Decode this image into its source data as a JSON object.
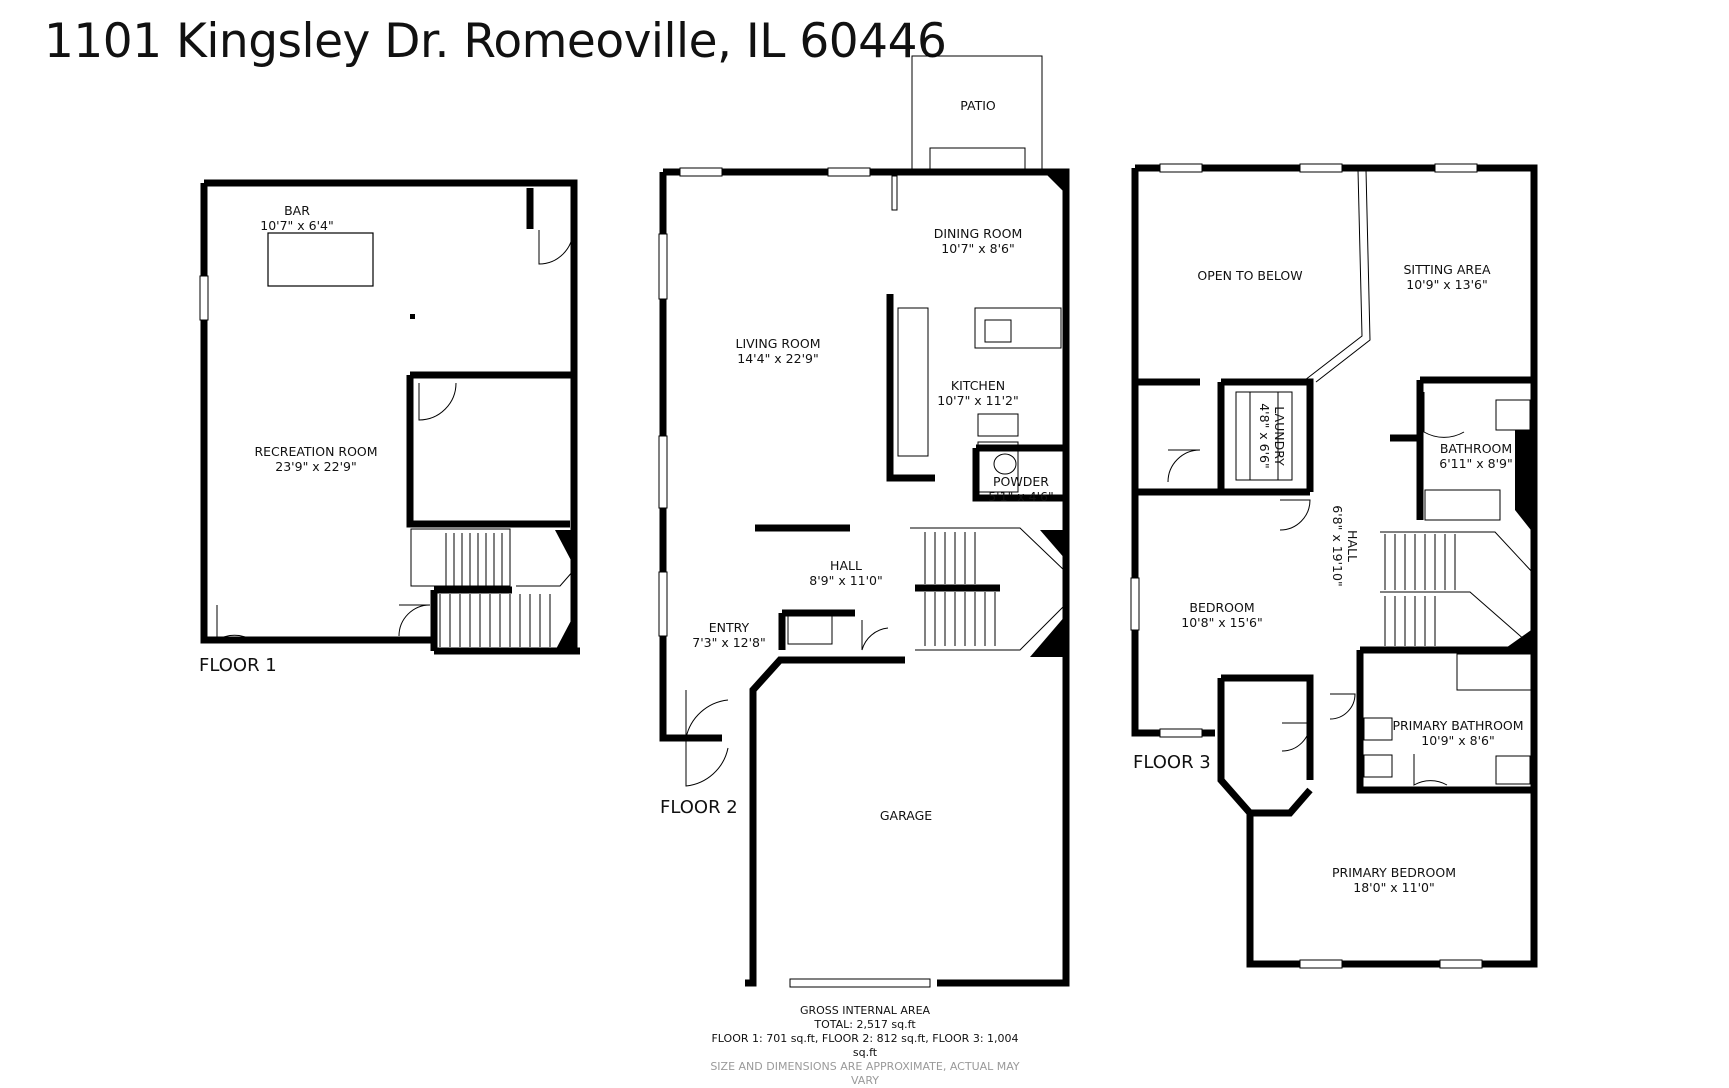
{
  "title": "1101 Kingsley Dr. Romeoville, IL 60446",
  "floors": [
    {
      "label": "FLOOR 1"
    },
    {
      "label": "FLOOR 2"
    },
    {
      "label": "FLOOR 3"
    }
  ],
  "rooms": {
    "bar": {
      "name": "BAR",
      "dims": "10'7\" x 6'4\""
    },
    "recreation": {
      "name": "RECREATION ROOM",
      "dims": "23'9\" x 22'9\""
    },
    "patio": {
      "name": "PATIO"
    },
    "dining": {
      "name": "DINING ROOM",
      "dims": "10'7\" x 8'6\""
    },
    "living": {
      "name": "LIVING ROOM",
      "dims": "14'4\" x 22'9\""
    },
    "kitchen": {
      "name": "KITCHEN",
      "dims": "10'7\" x 11'2\""
    },
    "powder": {
      "name": "POWDER",
      "dims": "5'1\" x 4'6\""
    },
    "hall2": {
      "name": "HALL",
      "dims": "8'9\" x 11'0\""
    },
    "entry": {
      "name": "ENTRY",
      "dims": "7'3\" x 12'8\""
    },
    "garage": {
      "name": "GARAGE"
    },
    "open_below": {
      "name": "OPEN TO BELOW"
    },
    "sitting": {
      "name": "SITTING AREA",
      "dims": "10'9\" x 13'6\""
    },
    "laundry": {
      "name": "LAUNDRY",
      "dims": "4'8\" x 6'6\""
    },
    "bathroom": {
      "name": "BATHROOM",
      "dims": "6'11\" x 8'9\""
    },
    "hall3": {
      "name": "HALL",
      "dims": "6'8\" x 19'10\""
    },
    "bedroom": {
      "name": "BEDROOM",
      "dims": "10'8\" x 15'6\""
    },
    "primary_bath": {
      "name": "PRIMARY BATHROOM",
      "dims": "10'9\" x 8'6\""
    },
    "primary_bed": {
      "name": "PRIMARY BEDROOM",
      "dims": "18'0\" x 11'0\""
    }
  },
  "summary": {
    "heading": "GROSS INTERNAL AREA",
    "total": "TOTAL: 2,517 sq.ft",
    "floors": "FLOOR 1: 701 sq.ft, FLOOR 2: 812 sq.ft, FLOOR 3: 1,004 sq.ft",
    "disclaimer": "SIZE AND DIMENSIONS ARE APPROXIMATE, ACTUAL MAY VARY"
  },
  "colors": {
    "wall": "#000000",
    "line": "#555555",
    "disclaimer": "#9a9a9a"
  }
}
